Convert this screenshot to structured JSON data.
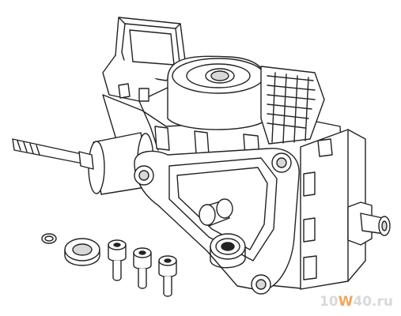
{
  "watermark": {
    "part_before": "10",
    "part_accent": "W",
    "part_after": "40.ru"
  },
  "colors": {
    "line": "#222222",
    "fill": "#ffffff",
    "shade": "#d8d8d8",
    "watermark_grey": "#d9d9d9",
    "watermark_accent": "#f2a65a"
  }
}
